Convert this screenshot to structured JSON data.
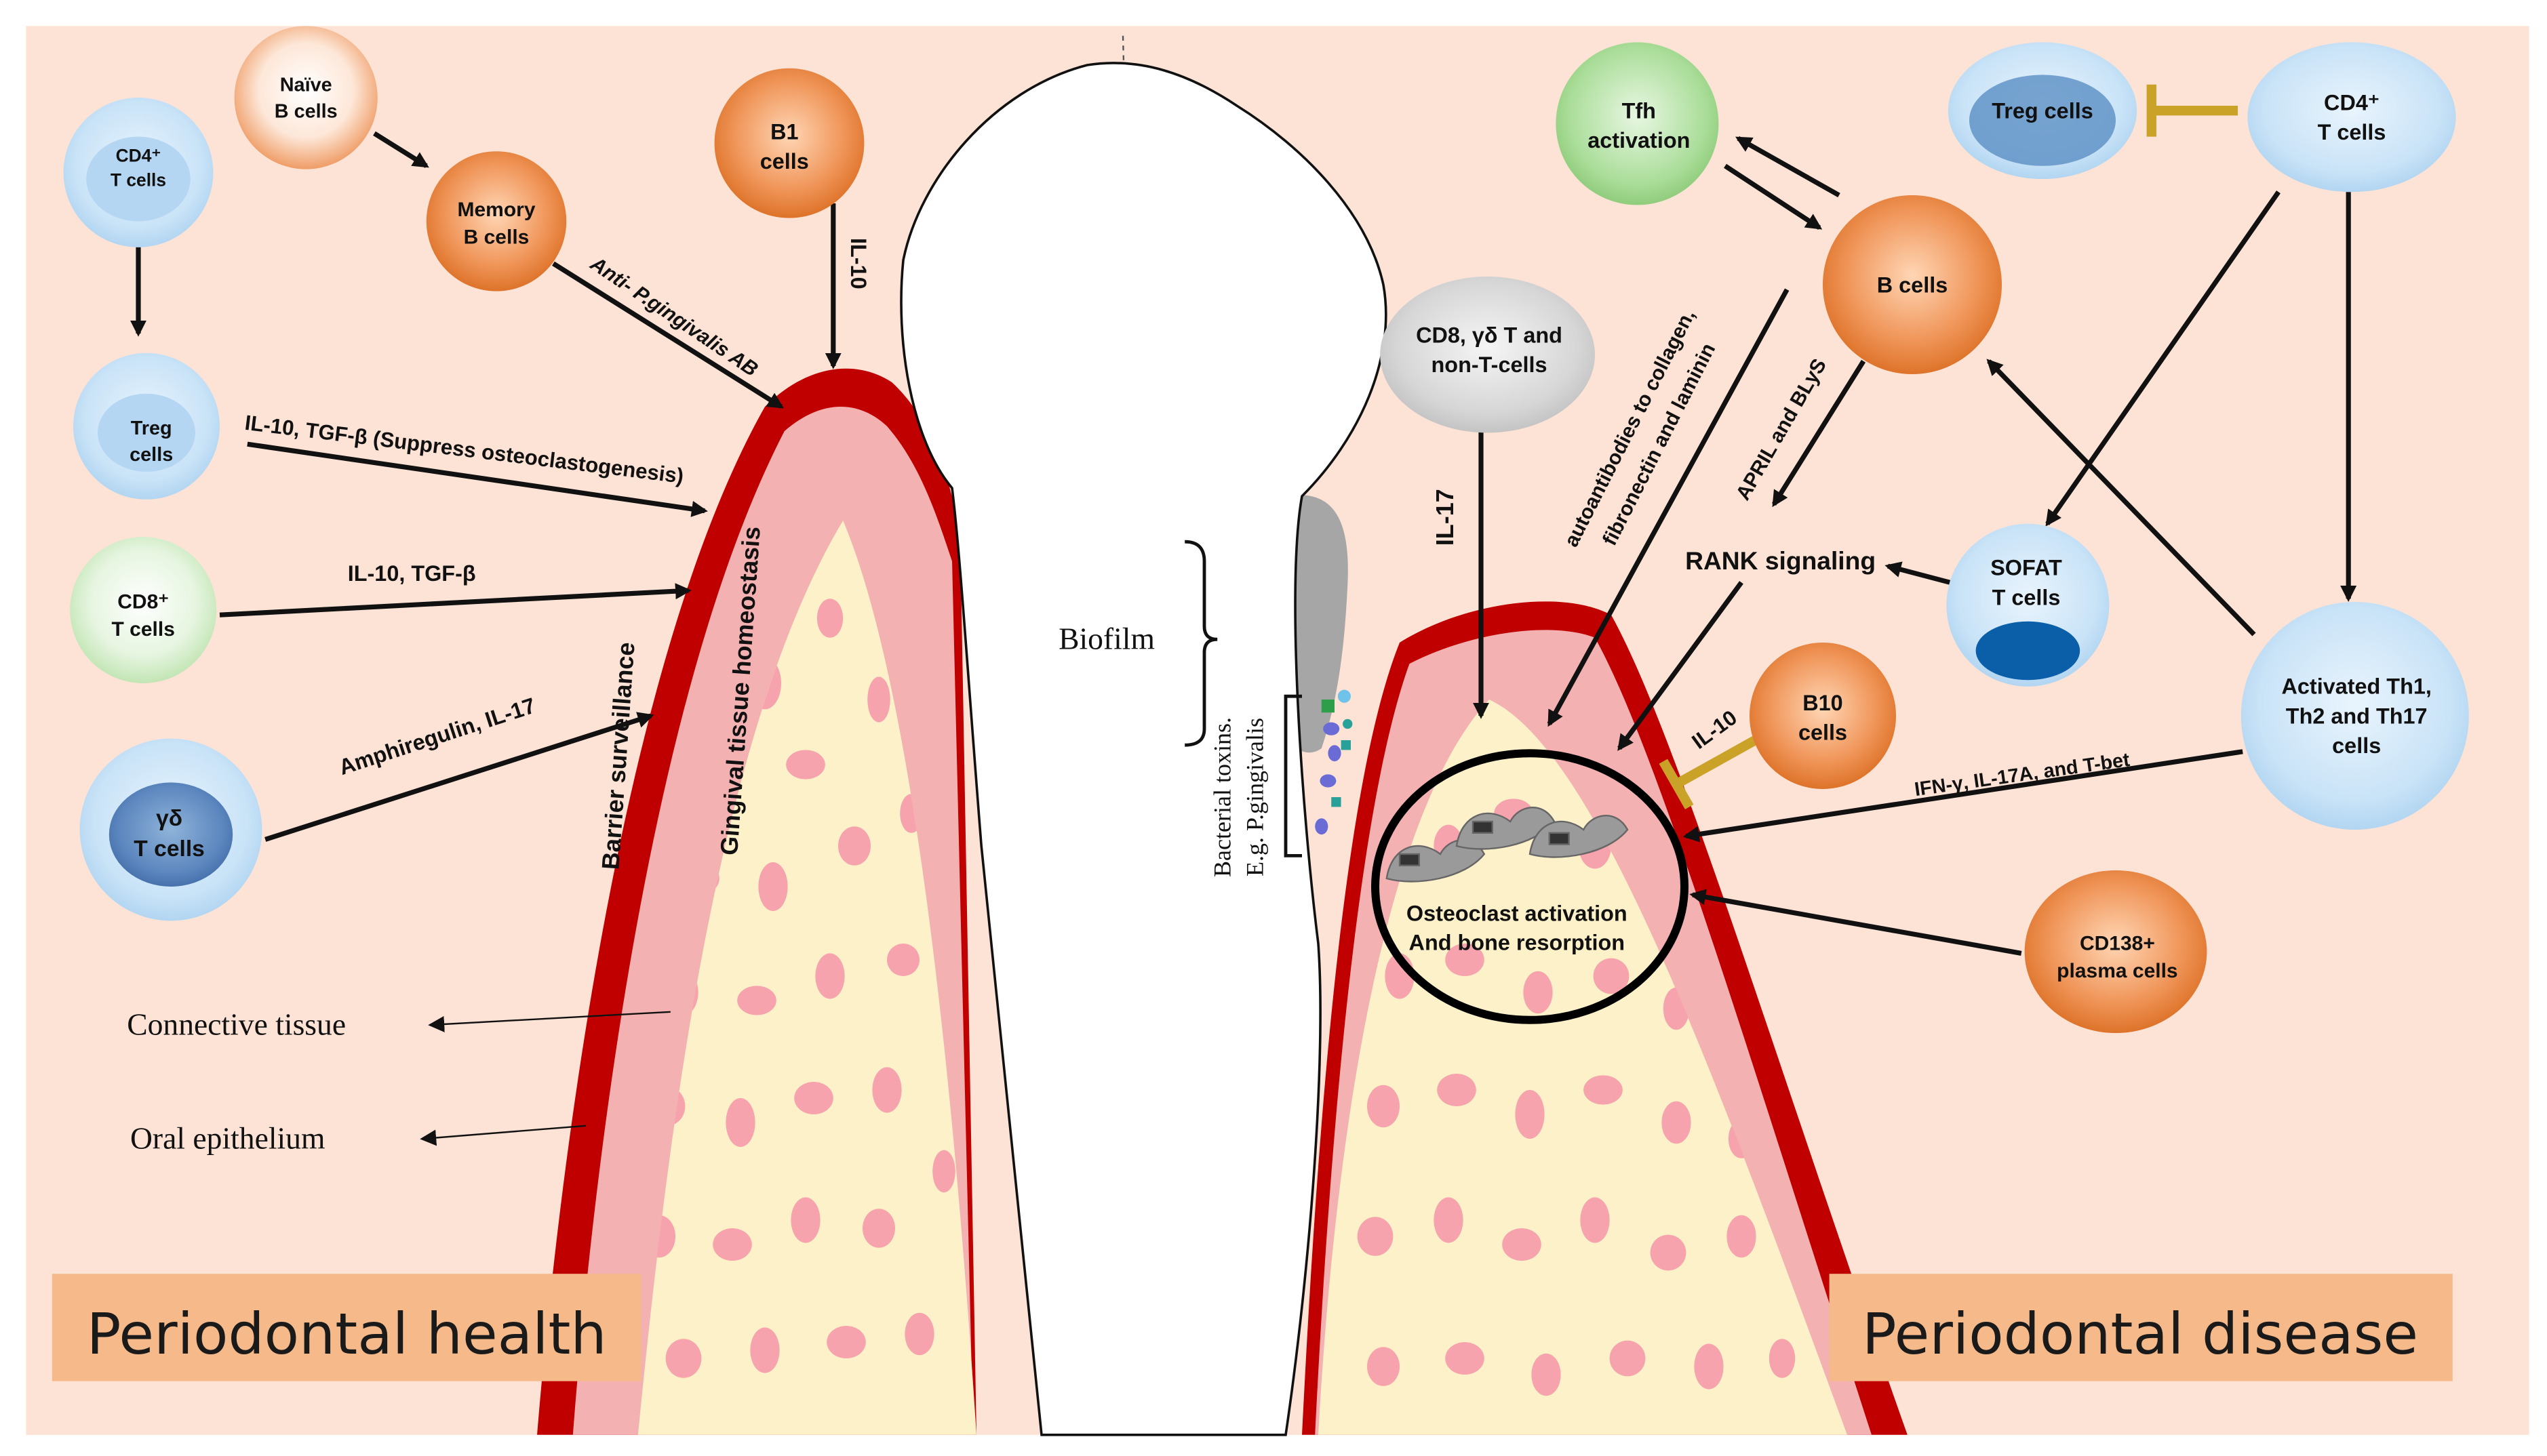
{
  "panels": {
    "health": "Periodontal health",
    "disease": "Periodontal disease"
  },
  "cells": {
    "naive_b": [
      "Naïve",
      "B cells"
    ],
    "memory_b": [
      "Memory",
      "B cells"
    ],
    "cd4_left": [
      "CD4⁺",
      "T cells"
    ],
    "treg_left": [
      "Treg",
      "cells"
    ],
    "cd8": [
      "CD8⁺",
      "T cells"
    ],
    "gd": [
      "γδ",
      "T cells"
    ],
    "b1": [
      "B1",
      "cells"
    ],
    "cd8_gd_nonT": [
      "CD8, γδ T and",
      "non-T-cells"
    ],
    "tfh": [
      "Tfh",
      "activation"
    ],
    "treg_right": [
      "Treg cells"
    ],
    "cd4_right": [
      "CD4⁺",
      "T cells"
    ],
    "b_cells": [
      "B cells"
    ],
    "sofat": [
      "SOFAT",
      "T cells"
    ],
    "b10": [
      "B10",
      "cells"
    ],
    "activated_th": [
      "Activated Th1,",
      "Th2 and Th17",
      "cells"
    ],
    "cd138": [
      "CD138+",
      "plasma cells"
    ]
  },
  "labels": {
    "anti_pg_ab": "Anti- P.gingivalis AB",
    "il10_top": "IL-10",
    "treg_signal": "IL-10, TGF-β (Suppress osteoclastogenesis)",
    "cd8_signal": "IL-10, TGF-β",
    "gd_signal": "Amphiregulin, IL-17",
    "barrier": "Barrier surveillance",
    "gingival": "Gingival tissue homeostasis",
    "connective": "Connective tissue",
    "oral_epi": "Oral epithelium",
    "biofilm": "Biofilm",
    "toxins_1": "Bacterial toxins.",
    "toxins_2": "E.g.  P.gingivalis",
    "il17": "IL-17",
    "autoab_1": "autoantibodies to collagen,",
    "autoab_2": "fibronectin and laminin",
    "april": "APRIL and BLyS",
    "rank": "RANK signaling",
    "il10_b10": "IL-10",
    "ifn": "IFN-γ, IL-17A, and T-bet",
    "osteo_1": "Osteoclast activation",
    "osteo_2": "And bone resorption"
  },
  "colors": {
    "background": "#fde3d6",
    "blue_cell": "#c9e3f7",
    "orange_cell": "#e8762c",
    "green_cell": "#9bd38a",
    "gingiva_red": "#c00000",
    "gingiva_pink": "#f7b6b6",
    "bone": "#fdf1c9",
    "inhibit": "#d4a017"
  }
}
